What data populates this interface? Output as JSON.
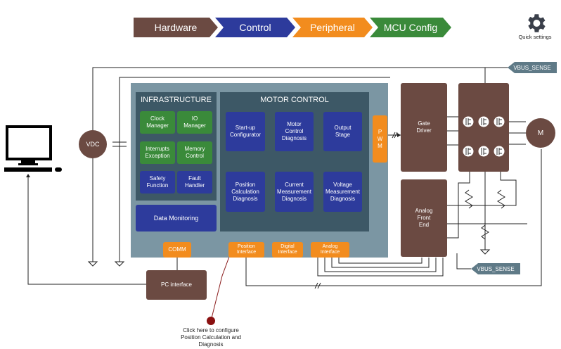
{
  "tabs": [
    {
      "label": "Hardware",
      "color": "#6b4a42"
    },
    {
      "label": "Control",
      "color": "#2d3b9c"
    },
    {
      "label": "Peripheral",
      "color": "#f28c1e"
    },
    {
      "label": "MCU Config",
      "color": "#3a8a3a"
    }
  ],
  "quick_settings": {
    "label": "Quick settings",
    "icon": "gear-icon"
  },
  "infrastructure": {
    "title": "INFRASTRUCTURE",
    "blocks": [
      "Clock\nManager",
      "IO\nManager",
      "Interrupts\nException",
      "Memory\nControl",
      "Safety\nFunction",
      "Fault\nHandler"
    ],
    "data_monitoring": "Data Monitoring"
  },
  "motor_control": {
    "title": "MOTOR CONTROL",
    "top": [
      "Start-up\nConfigurator",
      "Motor\nControl\nDiagnosis",
      "Output\nStage"
    ],
    "bottom": [
      "Position\nCalculation\nDiagnosis",
      "Current\nMeasurement\nDiagnosis",
      "Voltage\nMeasurement\nDiagnosis"
    ]
  },
  "pwm": "P\nW\nM",
  "comm": "COMM",
  "interfaces": [
    "Position\nInterface",
    "Digital\nInterface",
    "Analog\nInterface"
  ],
  "vdc": "VDC",
  "gate_driver": "Gate\nDriver",
  "analog_front_end": "Analog\nFront\nEnd",
  "motor": "M",
  "pc_interface": "PC interface",
  "vbus_sense_top": "VBUS_SENSE",
  "vbus_sense_bottom": "VBUS_SENSE",
  "callout": "Click here to configure\nPosition Calculation and\nDiagnosis"
}
